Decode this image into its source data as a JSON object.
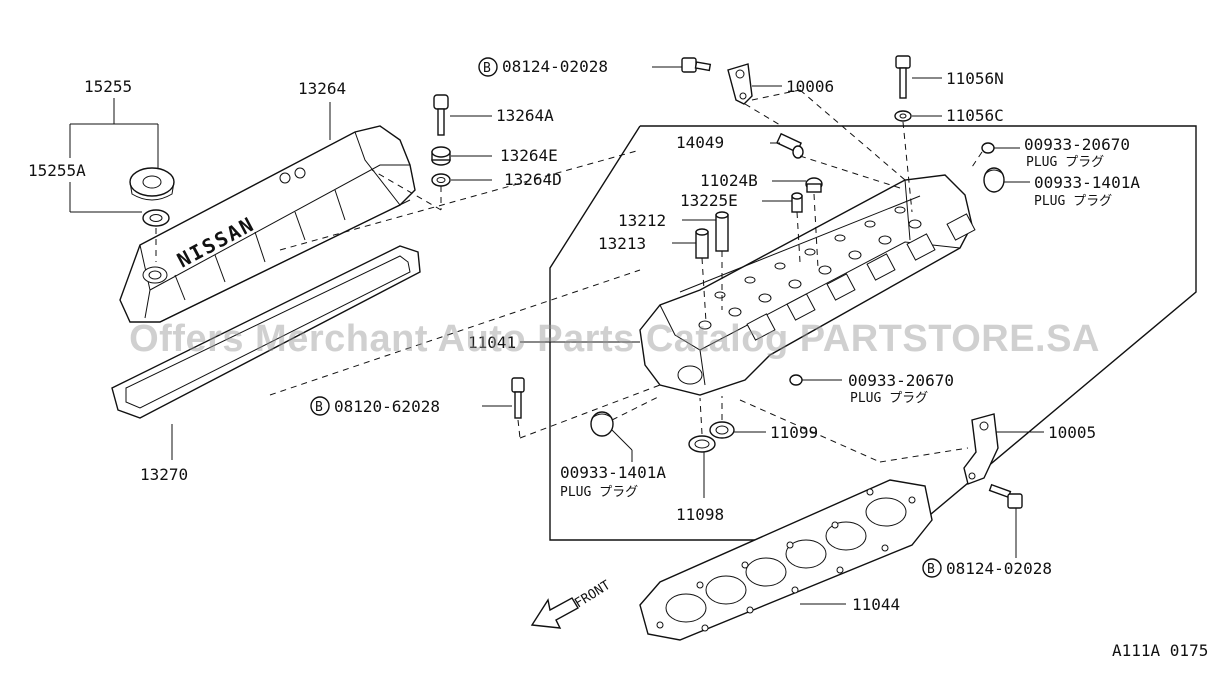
{
  "watermark": "Offers Merchant Auto Parts Catalog PARTSTORE.SA",
  "figure_code": "A111A 0175",
  "front_label": "FRONT",
  "cover_brand": "NISSAN",
  "bolt_symbol": "B",
  "callouts": {
    "p15255": "15255",
    "p15255a": "15255A",
    "p13264": "13264",
    "p13264a": "13264A",
    "p13264e": "13264E",
    "p13264d": "13264D",
    "p13270": "13270",
    "p08124_top": "08124-02028",
    "p08120": "08120-62028",
    "p08124_bottom": "08124-02028",
    "p10006": "10006",
    "p11056n": "11056N",
    "p11056c": "11056C",
    "p14049": "14049",
    "p00933_20670_top": "00933-20670",
    "p00933_1401a_top": "00933-1401A",
    "p11024b": "11024B",
    "p13225e": "13225E",
    "p13212": "13212",
    "p13213": "13213",
    "p11041": "11041",
    "p00933_20670_mid": "00933-20670",
    "p00933_1401a_bottom": "00933-1401A",
    "p11099": "11099",
    "p11098": "11098",
    "p10005": "10005",
    "p11044": "11044"
  },
  "plug_note": "PLUG プラグ"
}
